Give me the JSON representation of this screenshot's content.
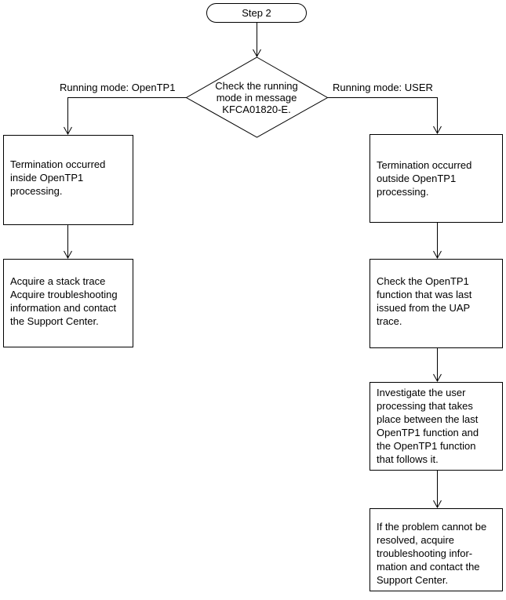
{
  "diagram": {
    "type": "flowchart",
    "colors": {
      "line": "#000000",
      "background": "#ffffff",
      "text": "#000000"
    },
    "nodes": {
      "step2": {
        "shape": "rounded-terminator",
        "label": "Step 2"
      },
      "decision": {
        "shape": "diamond",
        "lines": [
          "Check the running",
          "mode in message",
          "KFCA01820-E."
        ]
      },
      "left_box1": {
        "shape": "process",
        "lines": [
          "Termination occurred",
          "inside OpenTP1",
          "processing."
        ]
      },
      "left_box2": {
        "shape": "process",
        "lines": [
          "Acquire a stack trace",
          "Acquire troubleshooting",
          "information and contact",
          "the Support Center."
        ]
      },
      "right_box1": {
        "shape": "process",
        "lines": [
          "Termination occurred",
          "outside OpenTP1",
          "processing."
        ]
      },
      "right_box2": {
        "shape": "process",
        "lines": [
          "Check the OpenTP1",
          "function that was last",
          "issued from the UAP",
          "trace."
        ]
      },
      "right_box3": {
        "shape": "process",
        "lines": [
          "Investigate the user",
          "processing that takes",
          "place between the last",
          "OpenTP1 function and",
          "the OpenTP1 function",
          "that follows it."
        ]
      },
      "right_box4": {
        "shape": "process",
        "lines": [
          "If the problem cannot be",
          "resolved, acquire",
          "troubleshooting infor-",
          "mation and contact the",
          "Support Center."
        ]
      }
    },
    "edge_labels": {
      "left_branch": "Running mode: OpenTP1",
      "right_branch": "Running mode: USER"
    }
  }
}
